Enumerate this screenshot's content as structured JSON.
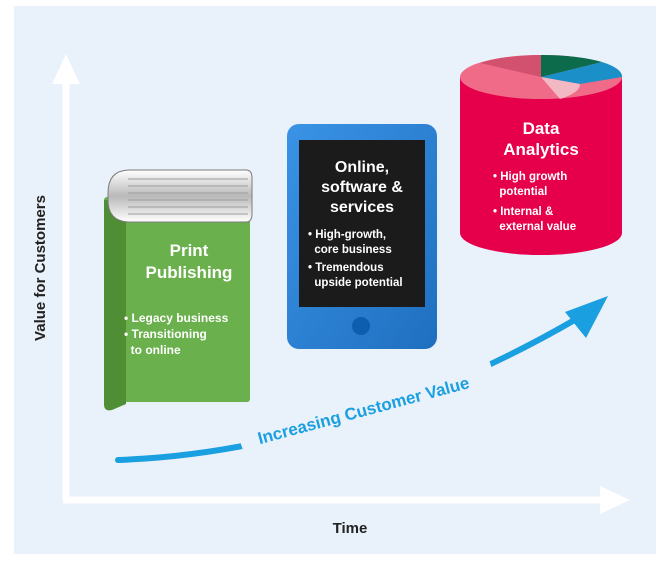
{
  "axes": {
    "y_label": "Value for Customers",
    "x_label": "Time"
  },
  "arrow_label": "Increasing Customer Value",
  "stages": [
    {
      "title_lines": [
        "Print",
        "Publishing"
      ],
      "bullets": [
        "• Legacy business",
        "• Transitioning",
        "  to online"
      ]
    },
    {
      "title_lines": [
        "Online,",
        "software &",
        "services"
      ],
      "bullets": [
        "• High-growth,",
        "  core business",
        "• Tremendous",
        "  upside potential"
      ]
    },
    {
      "title_lines": [
        "Data",
        "Analytics"
      ],
      "bullets": [
        "• High growth",
        "  potential",
        "• Internal &",
        "  external value"
      ]
    }
  ],
  "colors": {
    "background_panel": "#e9f1fa",
    "axis": "#ffffff",
    "book_green": "#6ab04c",
    "tablet_blue": "#2e86de",
    "cylinder_pink": "#e6004c",
    "arrow_blue": "#1a9fe0",
    "text_dark": "#222222"
  }
}
